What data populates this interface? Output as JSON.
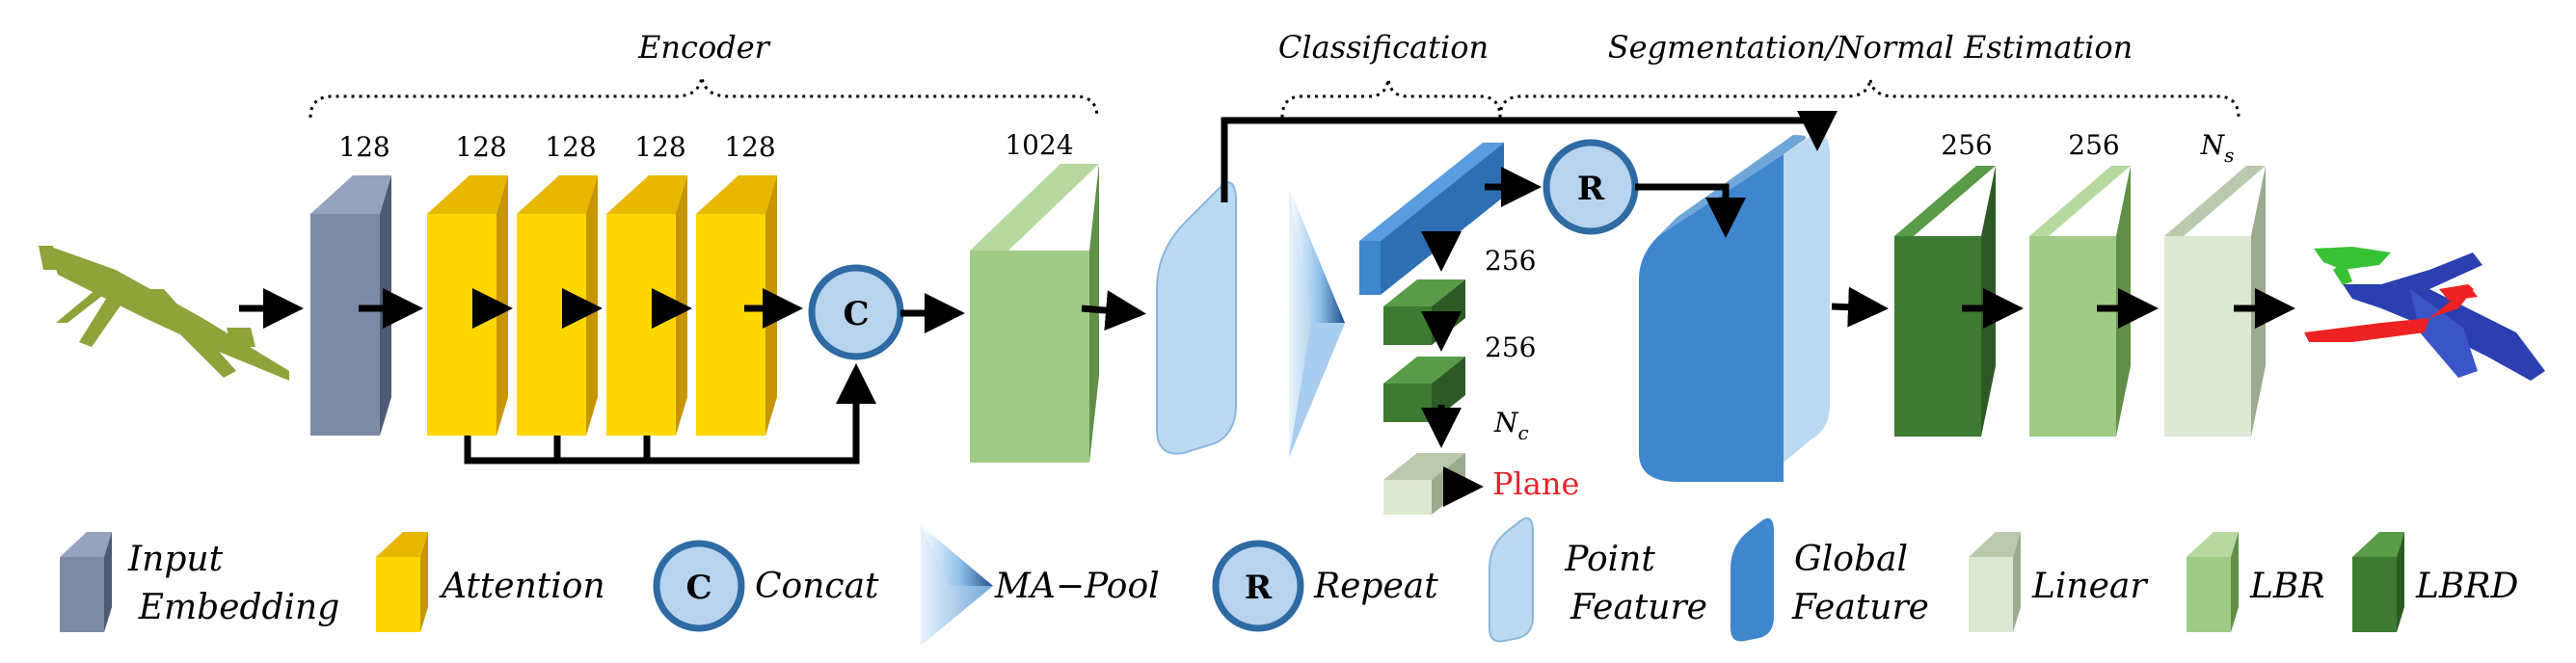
{
  "sections": {
    "encoder": "Encoder",
    "classification": "Classification",
    "segmentation": "Segmentation/Normal Estimation"
  },
  "dims": {
    "input_embedding": "128",
    "attention_1": "128",
    "attention_2": "128",
    "attention_3": "128",
    "attention_4": "128",
    "lbr_encoder": "1024",
    "cls_1": "256",
    "cls_2": "256",
    "cls_out": "N",
    "cls_out_sub": "c",
    "seg_1": "256",
    "seg_2": "256",
    "seg_out": "N",
    "seg_out_sub": "s"
  },
  "ops": {
    "concat": "C",
    "repeat": "R"
  },
  "class_output": "Plane",
  "legend": {
    "input_embedding_l1": "Input",
    "input_embedding_l2": "Embedding",
    "attention": "Attention",
    "concat_symbol": "C",
    "concat": "Concat",
    "ma_pool": "MA−Pool",
    "repeat_symbol": "R",
    "repeat": "Repeat",
    "point_feature_l1": "Point",
    "point_feature_l2": "Feature",
    "global_feature_l1": "Global",
    "global_feature_l2": "Feature",
    "linear": "Linear",
    "lbr": "LBR",
    "lbrd": "LBRD"
  },
  "colors": {
    "input_embedding": "#7d8aa6",
    "attention": "#ffd700",
    "lbr": "#9fcb86",
    "lbrd": "#3f7a32",
    "linear": "#dbe8d3",
    "point_feature": "#bcd9f2",
    "global_feature": "#3f86cf",
    "circle_fill": "#b7d3ee",
    "circle_stroke": "#2e6aa3",
    "plane_label": "#e8202a",
    "airplane_input": "#8ea33a",
    "seg_green": "#37c234",
    "seg_blue": "#2b3fb0",
    "seg_red": "#ee2222"
  }
}
